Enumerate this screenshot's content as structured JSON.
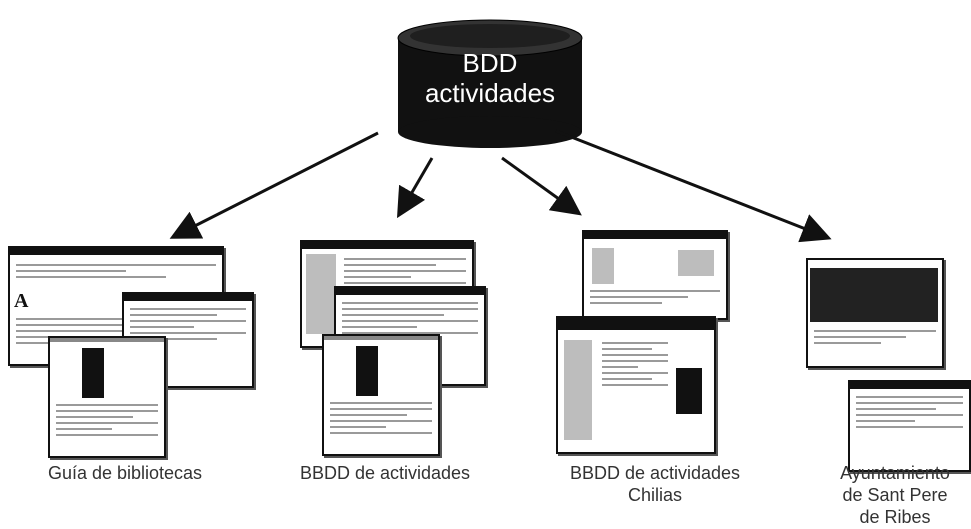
{
  "database": {
    "line1": "BDD",
    "line2": "actividades"
  },
  "targets": [
    {
      "id": "guia",
      "label": "Guía de bibliotecas"
    },
    {
      "id": "bbdd",
      "label": "BBDD de actividades"
    },
    {
      "id": "chilias",
      "label_line1": "BBDD de actividades",
      "label_line2": "Chilias"
    },
    {
      "id": "ayto",
      "label_line1": "Ayuntamiento",
      "label_line2": "de Sant Pere",
      "label_line3": "de Ribes"
    }
  ],
  "colors": {
    "cylinder": "#111111",
    "arrow": "#111111",
    "caption": "#333333"
  }
}
